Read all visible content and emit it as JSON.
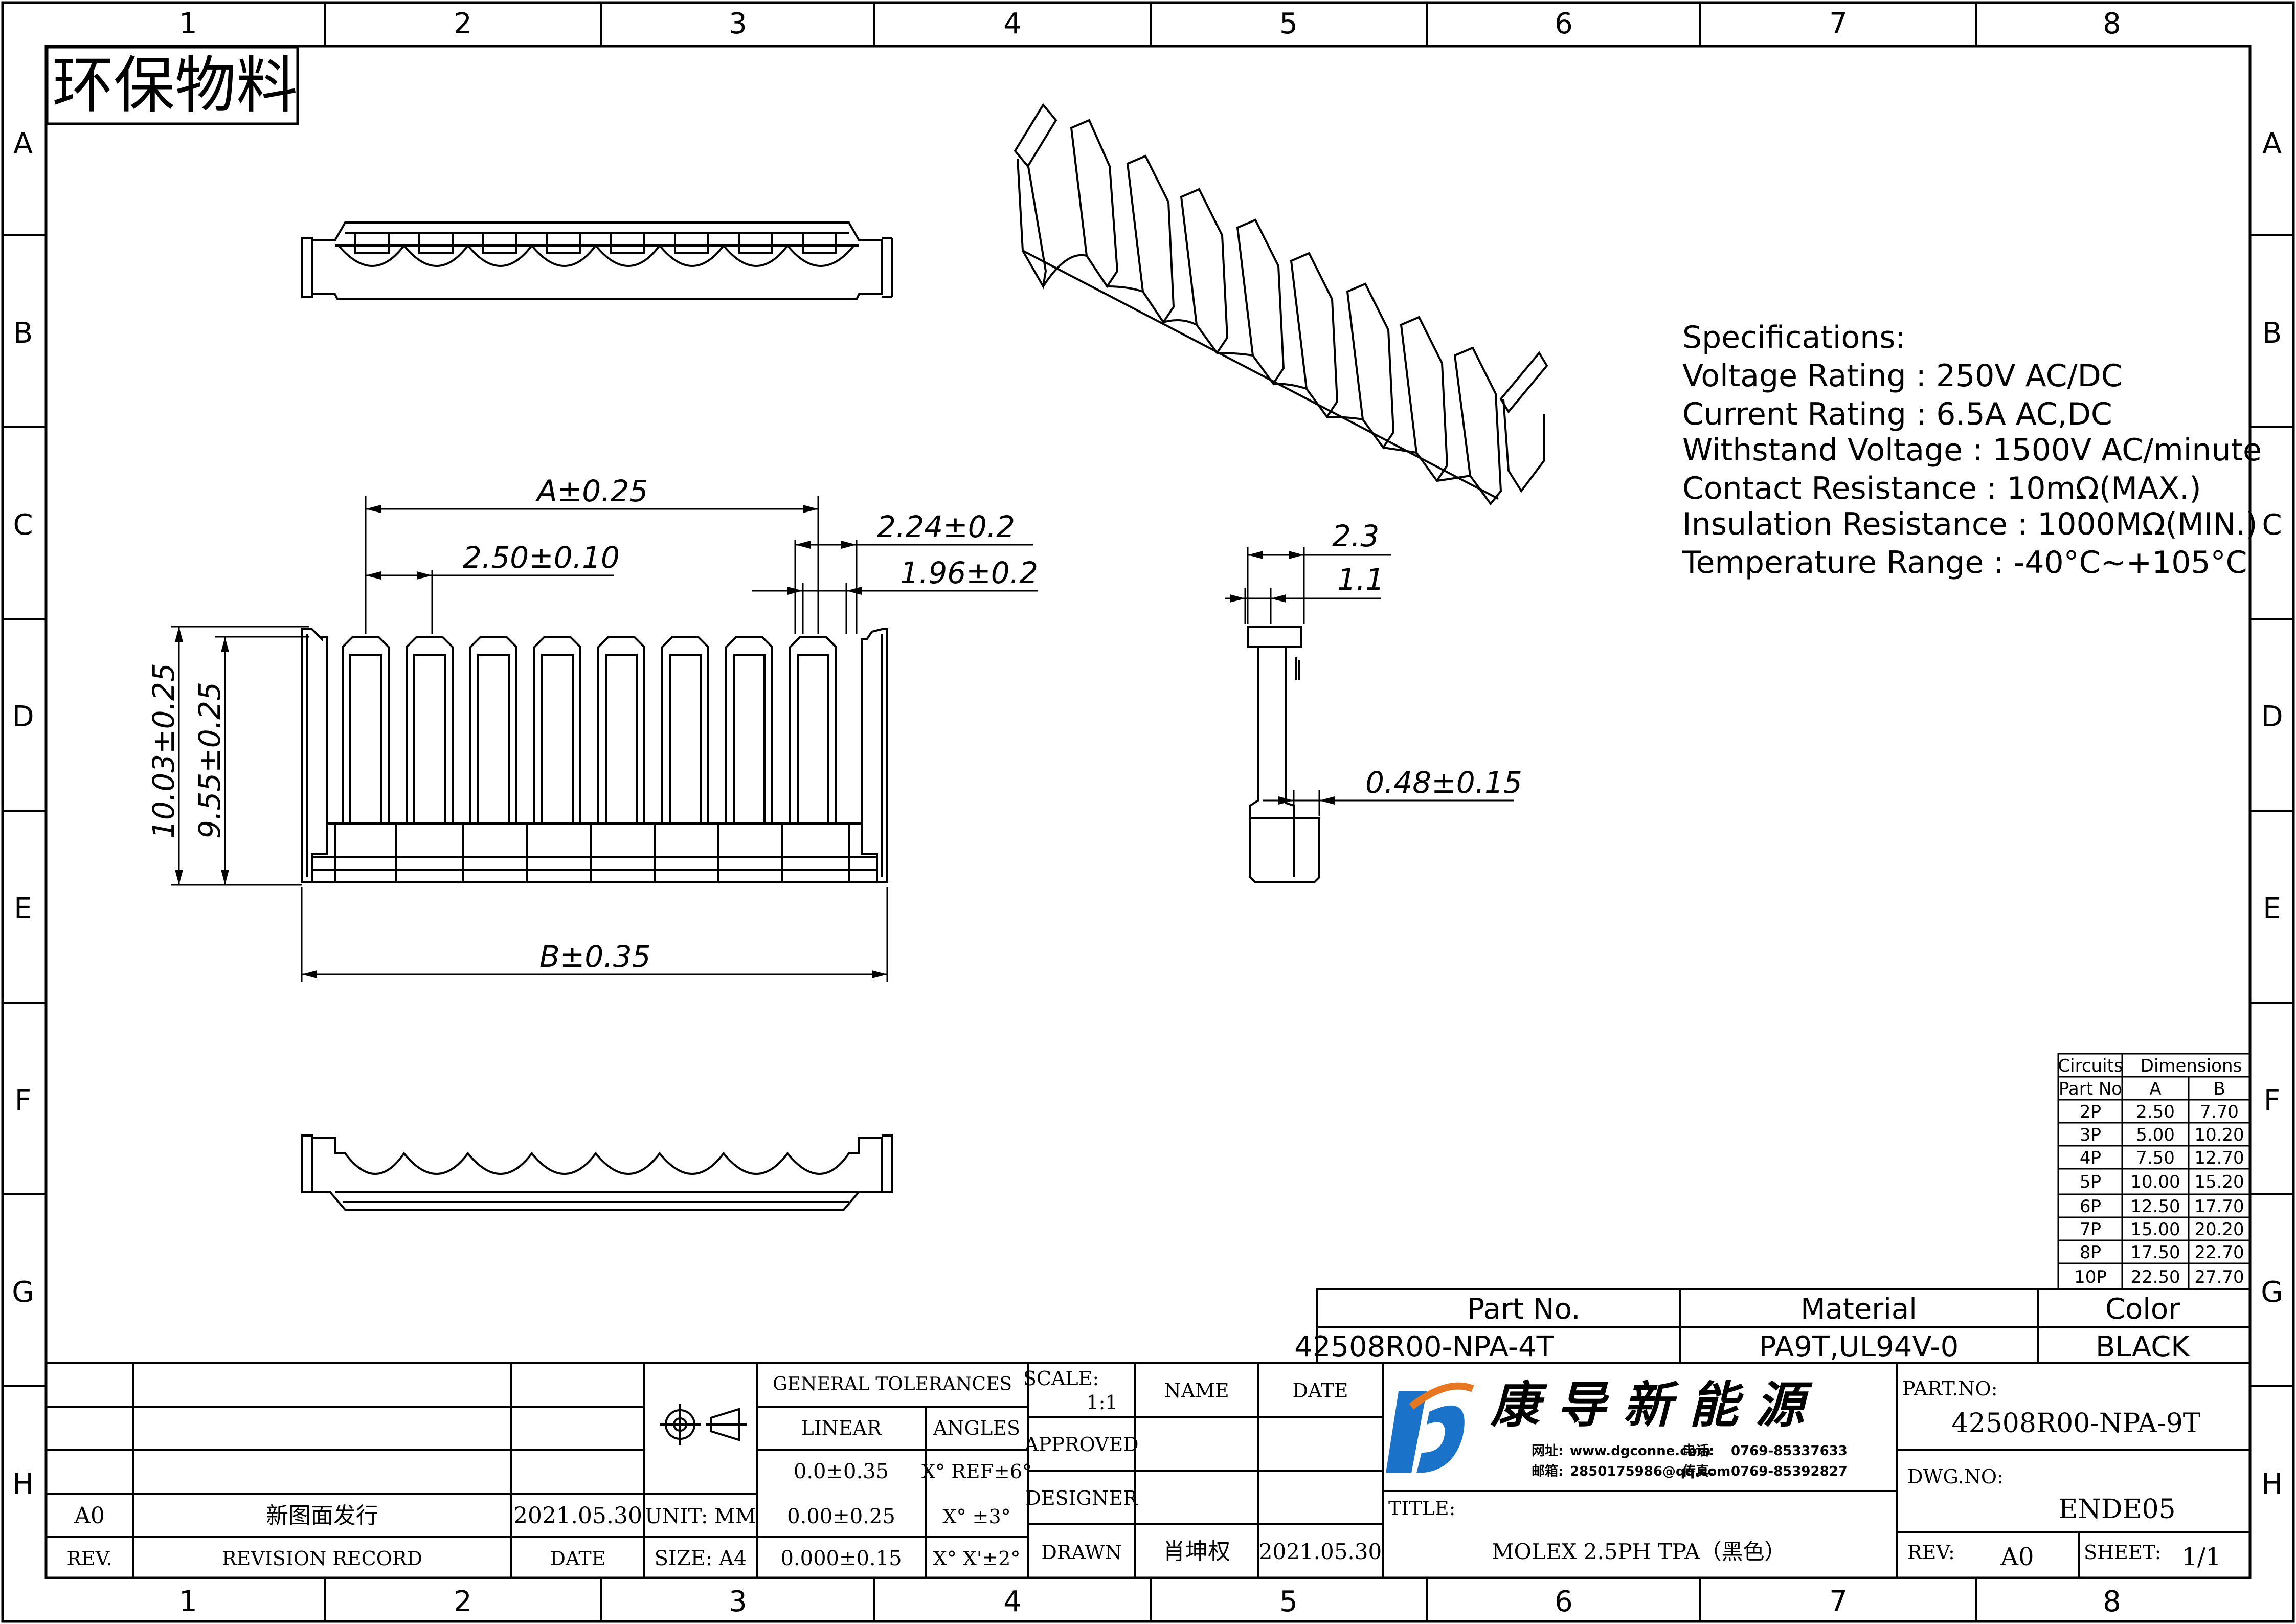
{
  "frame": {
    "columns": [
      "1",
      "2",
      "3",
      "4",
      "5",
      "6",
      "7",
      "8"
    ],
    "rows": [
      "A",
      "B",
      "C",
      "D",
      "E",
      "F",
      "G",
      "H"
    ]
  },
  "stamp": "环保物料",
  "dimensions": {
    "a": "A±0.25",
    "pitch": "2.50±0.10",
    "w1": "2.24±0.2",
    "w2": "1.96±0.2",
    "h1": "10.03±0.25",
    "h2": "9.55±0.25",
    "b": "B±0.35",
    "side_w1": "2.3",
    "side_w2": "1.1",
    "side_t": "0.48±0.15"
  },
  "specs": {
    "heading": "Specifications:",
    "lines": [
      "Voltage Rating : 250V AC/DC",
      "Current Rating : 6.5A AC,DC",
      "Withstand Voltage : 1500V AC/minute",
      "Contact Resistance : 10mΩ(MAX.)",
      "Insulation Resistance : 1000MΩ(MIN.)",
      "Temperature Range : -40°C~+105°C"
    ]
  },
  "dim_table": {
    "header_circuits": "Circuits",
    "header_part": "Part No",
    "header_dims": "Dimensions",
    "col_a": "A",
    "col_b": "B",
    "rows": [
      [
        "2P",
        "2.50",
        "7.70"
      ],
      [
        "3P",
        "5.00",
        "10.20"
      ],
      [
        "4P",
        "7.50",
        "12.70"
      ],
      [
        "5P",
        "10.00",
        "15.20"
      ],
      [
        "6P",
        "12.50",
        "17.70"
      ],
      [
        "7P",
        "15.00",
        "20.20"
      ],
      [
        "8P",
        "17.50",
        "22.70"
      ],
      [
        "10P",
        "22.50",
        "27.70"
      ]
    ]
  },
  "part_table": {
    "h_part": "Part No.",
    "h_material": "Material",
    "h_color": "Color",
    "v_part": "42508R00-NPA-4T",
    "v_material": "PA9T,UL94V-0",
    "v_color": "BLACK"
  },
  "title_block": {
    "rev_code": "A0",
    "rev_desc": "新图面发行",
    "rev_date": "2021.05.30",
    "rev_label": "REV.",
    "record_label": "REVISION RECORD",
    "date_label": "DATE",
    "unit": "UNIT: MM",
    "size": "SIZE: A4",
    "gen_tol": "GENERAL TOLERANCES",
    "linear": "LINEAR",
    "angles": "ANGLES",
    "lin1": "0.0±0.35",
    "lin2": "0.00±0.25",
    "lin3": "0.000±0.15",
    "ang1": "X° REF±6°",
    "ang2": "X° ±3°",
    "ang3": "X° X'±2°",
    "scale_label": "SCALE:",
    "scale_value": "1:1",
    "name_label": "NAME",
    "date2_label": "DATE",
    "approved": "APPROVED",
    "designer": "DESIGNER",
    "drawn": "DRAWN",
    "drawn_name": "肖坤权",
    "drawn_date": "2021.05.30",
    "company": "康 导 新 能 源",
    "web_label": "网址:",
    "web": "www.dgconne.com",
    "tel_label": "电话:",
    "tel": "0769-85337633",
    "mail_label": "邮箱:",
    "mail": "2850175986@qq.com",
    "fax_label": "传真:",
    "fax": "0769-85392827",
    "title_label": "TITLE:",
    "title": "MOLEX 2.5PH TPA（黑色）",
    "partno_label": "PART.NO:",
    "partno": "42508R00-NPA-9T",
    "dwgno_label": "DWG.NO:",
    "dwgno": "ENDE05",
    "rev2_label": "REV:",
    "rev2": "A0",
    "sheet_label": "SHEET:",
    "sheet": "1/1"
  },
  "colors": {
    "ink": "#000000",
    "logo_blue": "#1a73c9"
  }
}
